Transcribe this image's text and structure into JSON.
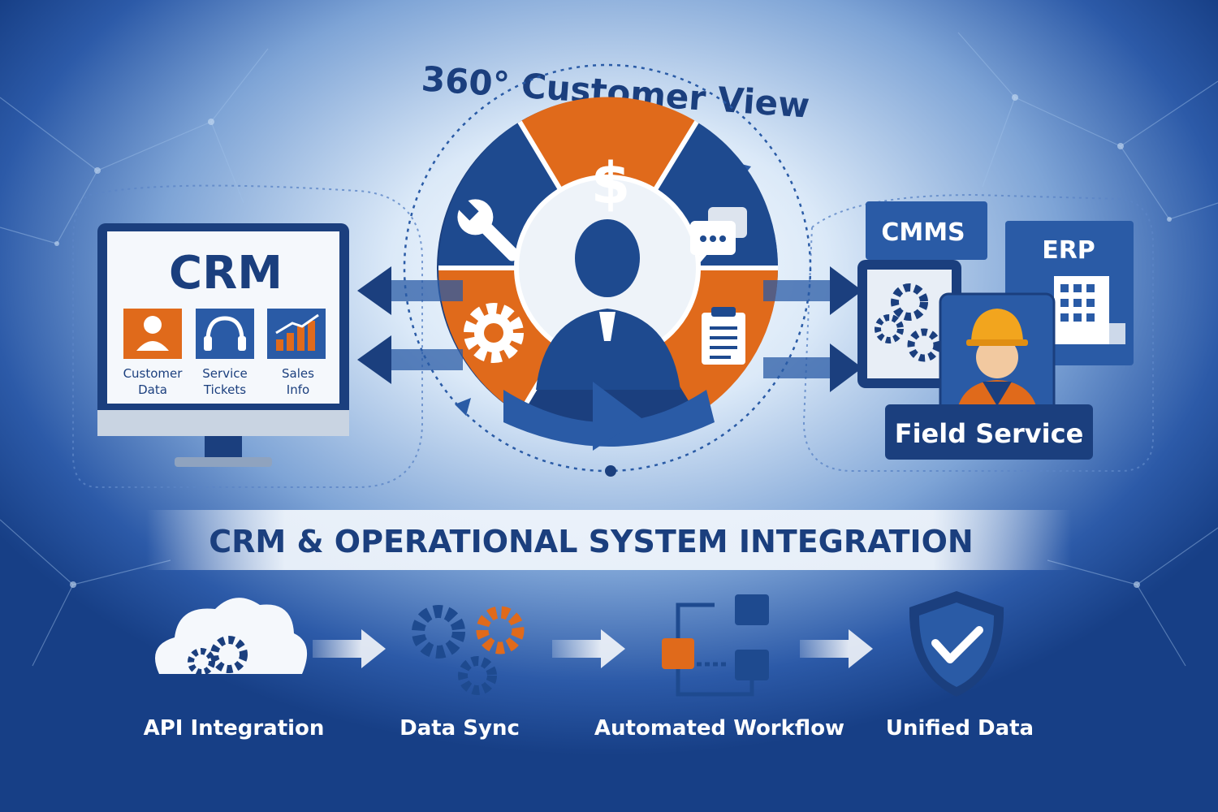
{
  "title": "360° Customer View",
  "banner": "CRM & OPERATIONAL SYSTEM INTEGRATION",
  "crm": {
    "title": "CRM",
    "tiles": [
      {
        "label_1": "Customer",
        "label_2": "Data",
        "icon": "person-icon",
        "color": "#e06a1b"
      },
      {
        "label_1": "Service",
        "label_2": "Tickets",
        "icon": "headset-icon",
        "color": "#2a5ba6"
      },
      {
        "label_1": "Sales",
        "label_2": "Info",
        "icon": "bar-chart-icon",
        "color": "#2a5ba6"
      }
    ]
  },
  "systems": {
    "cmms": "CMMS",
    "erp": "ERP",
    "field_service": "Field Service"
  },
  "steps": [
    {
      "label": "API Integration",
      "icon": "cloud-gears-icon"
    },
    {
      "label": "Data Sync",
      "icon": "gears-icon"
    },
    {
      "label": "Automated Workflow",
      "icon": "workflow-icon"
    },
    {
      "label": "Unified Data",
      "icon": "shield-check-icon"
    }
  ],
  "colors": {
    "navy": "#1b3f7e",
    "blue": "#2a5ba6",
    "orange": "#e06a1b"
  }
}
